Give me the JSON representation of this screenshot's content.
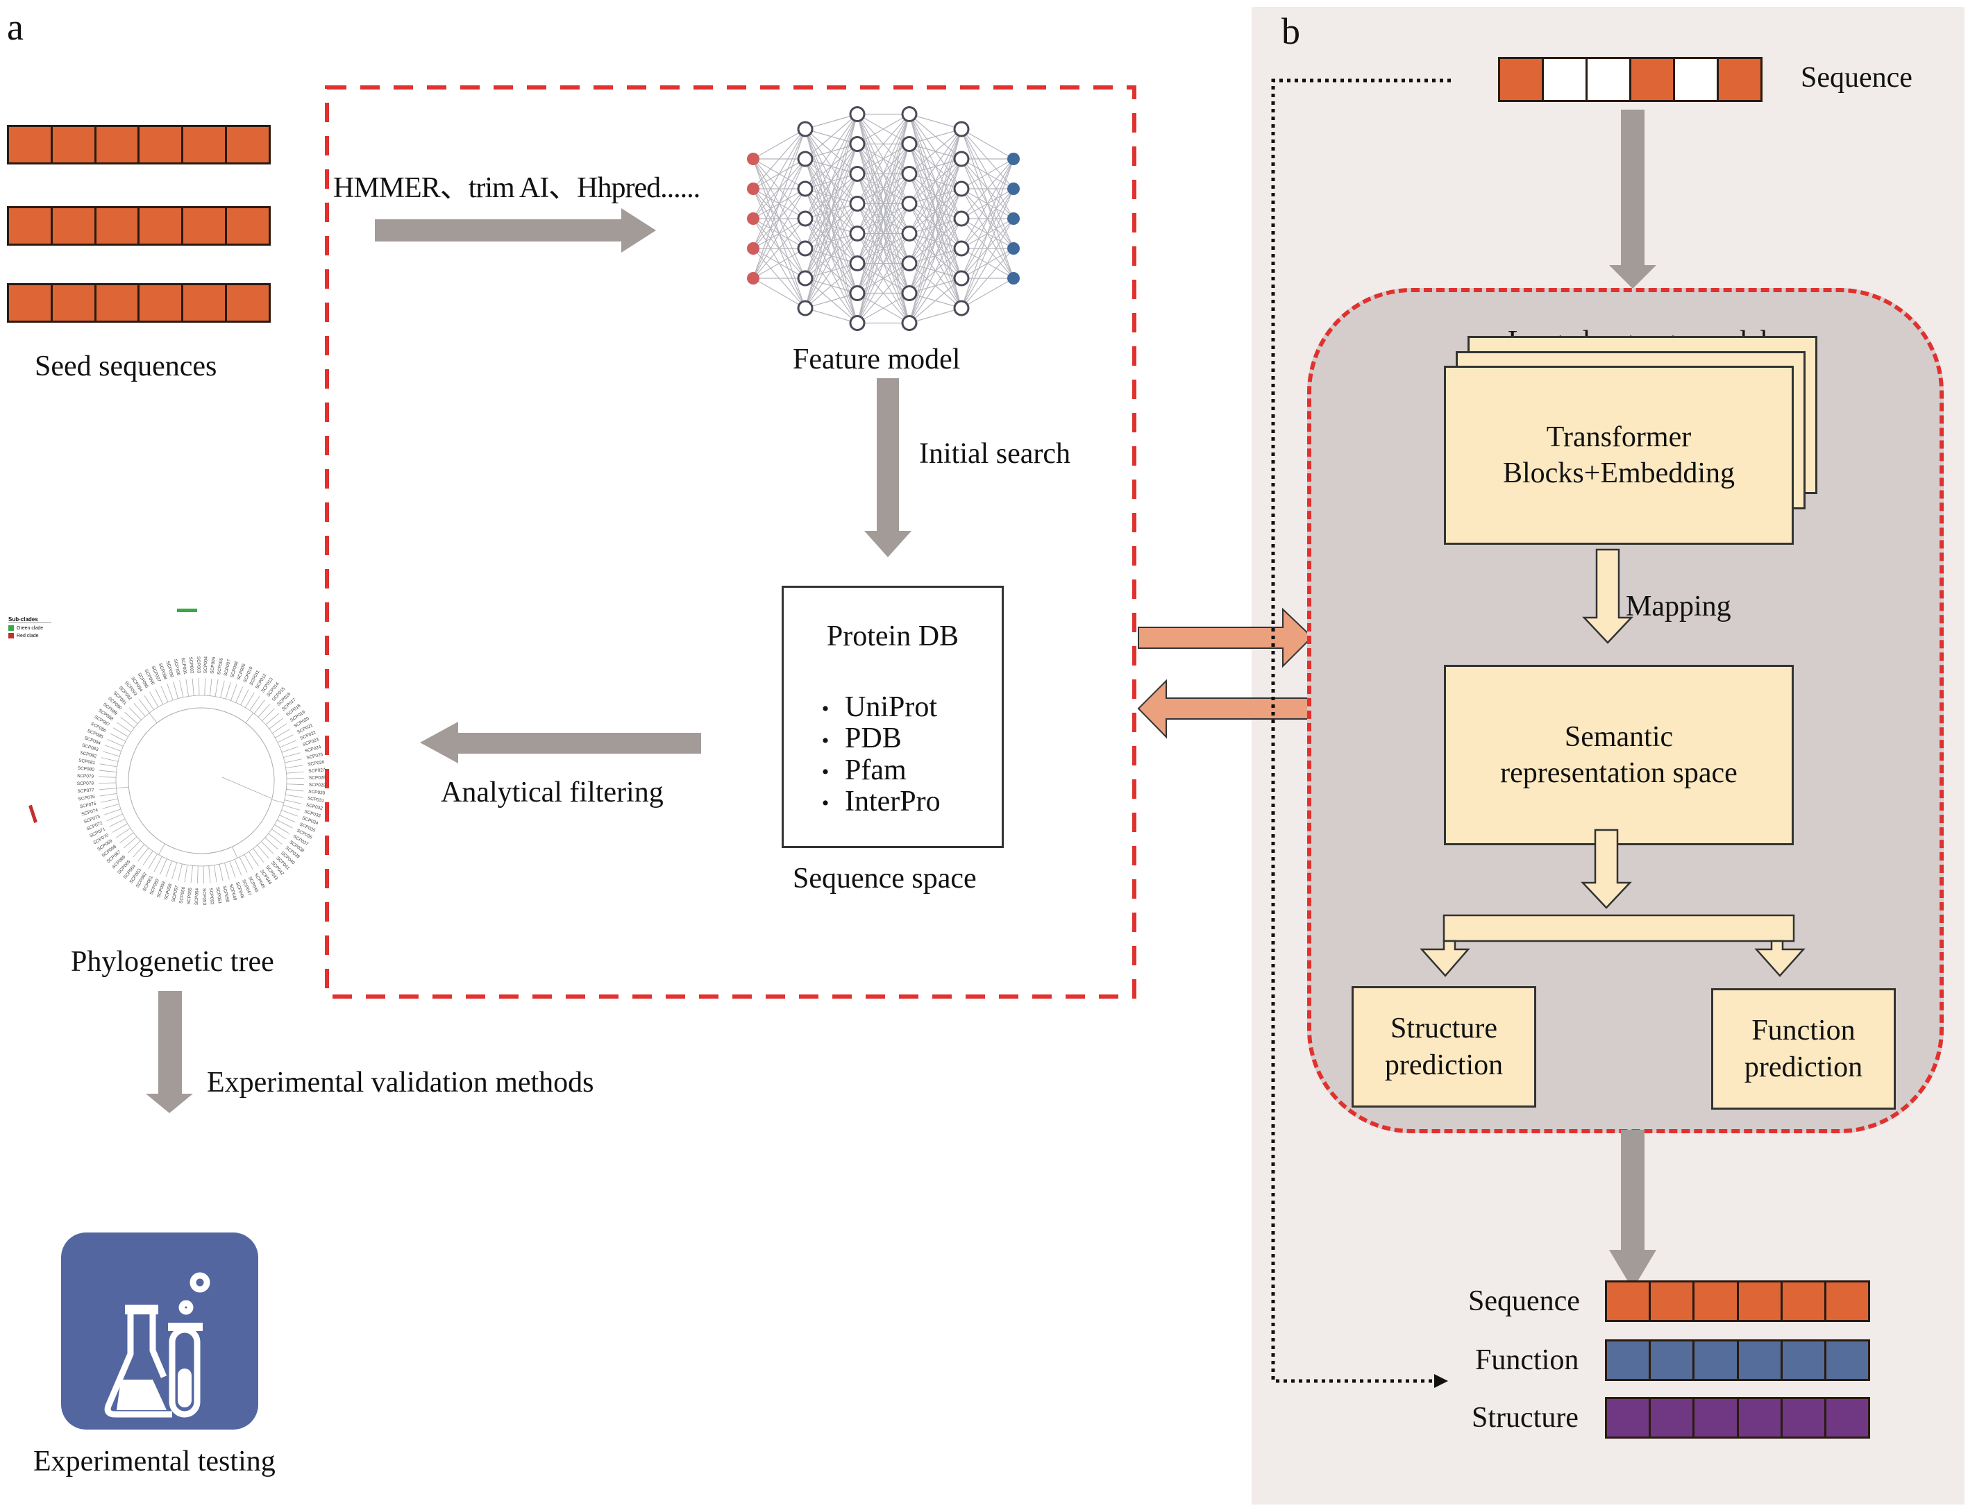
{
  "panel_a": {
    "label": "a",
    "seed_sequences": {
      "label": "Seed sequences",
      "rows": [
        [
          "orange",
          "orange",
          "orange",
          "orange",
          "orange",
          "orange"
        ],
        [
          "orange",
          "orange",
          "orange",
          "orange",
          "orange",
          "orange"
        ],
        [
          "orange",
          "orange",
          "orange",
          "orange",
          "orange",
          "orange"
        ]
      ]
    },
    "tools_label": "HMMER、trim AI、Hhpred......",
    "feature_model": {
      "label": "Feature model",
      "layers": [
        5,
        7,
        8,
        8,
        7,
        5
      ],
      "input_color": "#d05c5c",
      "output_color": "#3f6a9b"
    },
    "initial_search_label": "Initial search",
    "protein_db": {
      "title": "Protein DB",
      "items": [
        "UniProt",
        "PDB",
        "Pfam",
        "InterPro"
      ],
      "caption": "Sequence space"
    },
    "analytical_filtering_label": "Analytical filtering",
    "phylogenetic_tree": {
      "label": "Phylogenetic tree",
      "legend_title": "Sub-clades",
      "legend": [
        {
          "name": "Green clade",
          "color": "#3aa845"
        },
        {
          "name": "Red clade",
          "color": "#c0302c"
        }
      ],
      "leaf_prefix": "SCP",
      "leaf_count": 100
    },
    "validation_label": "Experimental validation methods",
    "experimental_testing_label": "Experimental testing"
  },
  "panel_b": {
    "label": "b",
    "input_sequence": {
      "label": "Sequence",
      "cells": [
        "orange",
        "white",
        "white",
        "orange",
        "white",
        "orange"
      ]
    },
    "llm": {
      "title": "Large language model",
      "transformer_label_1": "Transformer",
      "transformer_label_2": "Blocks+Embedding",
      "mapping_label": "Mapping",
      "semantic_label_1": "Semantic",
      "semantic_label_2": "representation space",
      "structure_pred_1": "Structure",
      "structure_pred_2": "prediction",
      "function_pred_1": "Function",
      "function_pred_2": "prediction"
    },
    "outputs": [
      {
        "label": "Sequence",
        "color": "orange",
        "cells": 6
      },
      {
        "label": "Function",
        "color": "blue",
        "cells": 6
      },
      {
        "label": "Structure",
        "color": "purple",
        "cells": 6
      }
    ]
  },
  "colors": {
    "dashed_red": "#e0312e",
    "gray_arrow": "#a29b98",
    "salmon_arrow": "#eba07e",
    "yellow_box": "#fce9c1",
    "panel_b_bg": "#f1ebe9",
    "llm_bg": "#d5cdcc",
    "orange": "#dd6536",
    "blue": "#546d9a",
    "purple": "#703882",
    "lab_icon_bg": "#5366a0"
  }
}
